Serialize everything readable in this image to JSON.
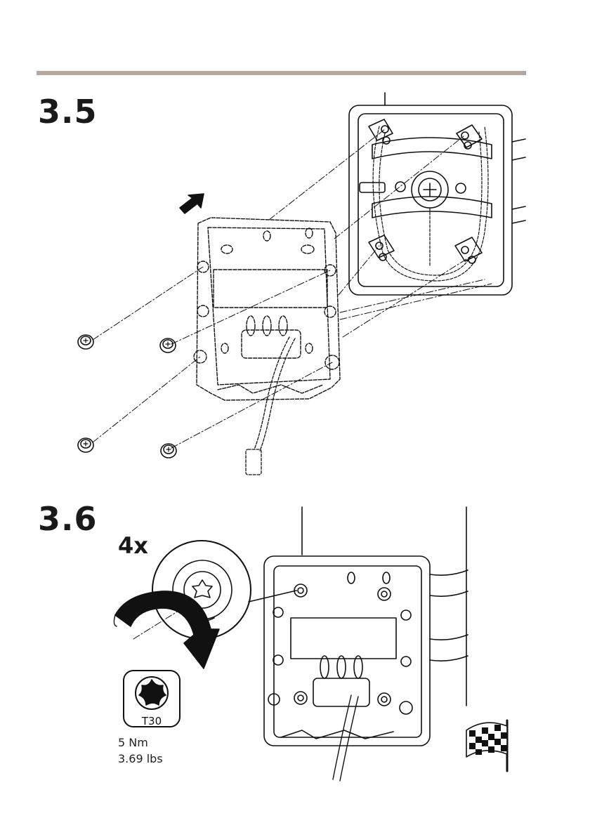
{
  "steps": [
    {
      "number": "3.5"
    },
    {
      "number": "3.6",
      "count": "4x",
      "tool": "T30",
      "torque_nm": "5 Nm",
      "torque_lbs": "3.69 lbs"
    }
  ],
  "icons": [
    "arrow-icon",
    "screw-icon",
    "torx-bit-icon",
    "rotation-arrow-icon",
    "checkered-flag-icon"
  ],
  "colors": {
    "rule": "#b7a89d",
    "line": "#111111"
  }
}
